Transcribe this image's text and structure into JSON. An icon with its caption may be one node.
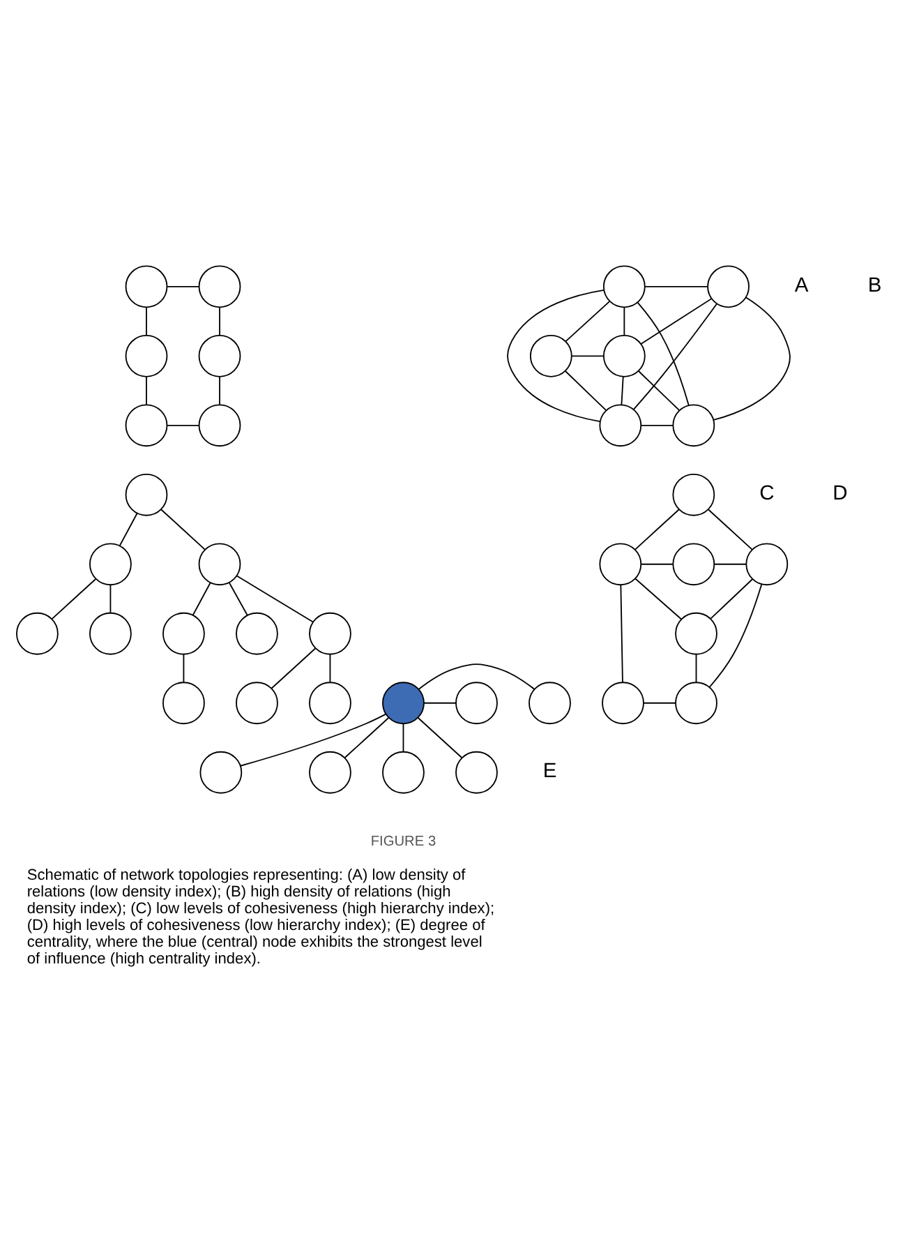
{
  "diagram": {
    "caption": "Schematic of network topologies representing: (A) low density of relations (low density index); (B) high density of relations (high density index); (C) low levels of cohesiveness (high hierarchy index); (D) high levels of cohesiveness (low hierarchy index); (E) degree of centrality, where the blue (central) node exhibits the strongest level of influence (high centrality index).",
    "nodes": [
      {
        "text": [],
        "shape": "circle"
      },
      {
        "text": [],
        "shape": "circle"
      },
      {
        "text": [],
        "shape": "circle"
      },
      {
        "text": [],
        "shape": "circle"
      },
      {
        "text": [],
        "shape": "circle"
      },
      {
        "text": [],
        "shape": "circle"
      },
      {
        "text": [],
        "shape": "circle"
      },
      {
        "text": [],
        "shape": "circle"
      },
      {
        "text": [],
        "shape": "circle"
      },
      {
        "text": [],
        "shape": "circle"
      },
      {
        "text": [],
        "shape": "circle"
      },
      {
        "text": [],
        "shape": "circle"
      },
      {
        "text": [],
        "shape": "circle"
      },
      {
        "text": [],
        "shape": "circle"
      },
      {
        "text": [],
        "shape": "circle"
      },
      {
        "text": [],
        "shape": "circle"
      },
      {
        "text": [],
        "shape": "circle"
      },
      {
        "text": [],
        "shape": "circle"
      },
      {
        "text": [],
        "shape": "circle"
      },
      {
        "text": [],
        "shape": "circle"
      },
      {
        "text": [],
        "shape": "circle"
      },
      {
        "text": [],
        "shape": "circle"
      },
      {
        "text": [],
        "shape": "circle"
      },
      {
        "text": [],
        "shape": "circle"
      },
      {
        "text": [],
        "shape": "circle"
      },
      {
        "text": [],
        "shape": "circle"
      },
      {
        "text": [],
        "shape": "circle"
      },
      {
        "text": [],
        "shape": "circle"
      },
      {
        "text": [],
        "shape": "circle"
      },
      {
        "text": [],
        "shape": "circle"
      },
      {
        "text": [],
        "shape": "circle"
      },
      {
        "text": [],
        "shape": "circle"
      },
      {
        "text": [],
        "shape": "circle"
      },
      {
        "text": [],
        "shape": "circle"
      },
      {
        "text": [],
        "shape": "circle"
      },
      {
        "text": [],
        "shape": "circle"
      },
      {
        "text": [],
        "shape": "circle"
      }
    ],
    "edges": [
      {
        "from": 0,
        "to": 1,
        "arrow": "none"
      },
      {
        "from": 0,
        "to": 2,
        "arrow": "none"
      },
      {
        "from": 1,
        "to": 3,
        "arrow": "none"
      },
      {
        "from": 2,
        "to": 4,
        "arrow": "none"
      },
      {
        "from": 3,
        "to": 5,
        "arrow": "none"
      },
      {
        "from": 4,
        "to": 5,
        "arrow": "none"
      },
      {
        "from": 6,
        "to": 7,
        "arrow": "none"
      },
      {
        "from": 6,
        "to": 8,
        "arrow": "none"
      },
      {
        "from": 7,
        "to": 9,
        "arrow": "none"
      },
      {
        "from": 8,
        "to": 10,
        "arrow": "none"
      },
      {
        "from": 9,
        "to": 11,
        "arrow": "none"
      },
      {
        "from": 10,
        "to": 11,
        "arrow": "none"
      },
      {
        "from": 6,
        "to": 10,
        "arrow": "none"
      },
      {
        "from": 6,
        "to": 11,
        "arrow": "none"
      },
      {
        "from": 6,
        "to": 9,
        "arrow": "none"
      },
      {
        "from": 7,
        "to": 10,
        "arrow": "none"
      },
      {
        "from": 7,
        "to": 11,
        "arrow": "none"
      },
      {
        "from": 8,
        "to": 9,
        "arrow": "none"
      },
      {
        "from": 10,
        "to": 9,
        "arrow": "none"
      },
      {
        "from": 12,
        "to": 13,
        "arrow": "none"
      },
      {
        "from": 12,
        "to": 14,
        "arrow": "none"
      },
      {
        "from": 13,
        "to": 15,
        "arrow": "none"
      },
      {
        "from": 13,
        "to": 16,
        "arrow": "none"
      },
      {
        "from": 14,
        "to": 17,
        "arrow": "none"
      },
      {
        "from": 14,
        "to": 18,
        "arrow": "none"
      },
      {
        "from": 14,
        "to": 19,
        "arrow": "none"
      },
      {
        "from": 17,
        "to": 20,
        "arrow": "none"
      },
      {
        "from": 19,
        "to": 21,
        "arrow": "none"
      },
      {
        "from": 19,
        "to": 22,
        "arrow": "none"
      },
      {
        "from": 23,
        "to": 24,
        "arrow": "none"
      },
      {
        "from": 23,
        "to": 26,
        "arrow": "none"
      },
      {
        "from": 24,
        "to": 25,
        "arrow": "none"
      },
      {
        "from": 25,
        "to": 26,
        "arrow": "none"
      },
      {
        "from": 24,
        "to": 27,
        "arrow": "none"
      },
      {
        "from": 26,
        "to": 27,
        "arrow": "none"
      },
      {
        "from": 24,
        "to": 28,
        "arrow": "none"
      },
      {
        "from": 27,
        "to": 29,
        "arrow": "none"
      },
      {
        "from": 26,
        "to": 29,
        "arrow": "none"
      },
      {
        "from": 28,
        "to": 29,
        "arrow": "none"
      },
      {
        "from": 33,
        "to": 30,
        "arrow": "none"
      },
      {
        "from": 33,
        "to": 31,
        "arrow": "none"
      },
      {
        "from": 33,
        "to": 32,
        "arrow": "none"
      },
      {
        "from": 33,
        "to": 34,
        "arrow": "none"
      },
      {
        "from": 33,
        "to": 35,
        "arrow": "none"
      },
      {
        "from": 33,
        "to": 36,
        "arrow": "none"
      }
    ],
    "labels": [
      "A",
      "B",
      "C",
      "D",
      "E",
      "FIGURE 3"
    ]
  }
}
